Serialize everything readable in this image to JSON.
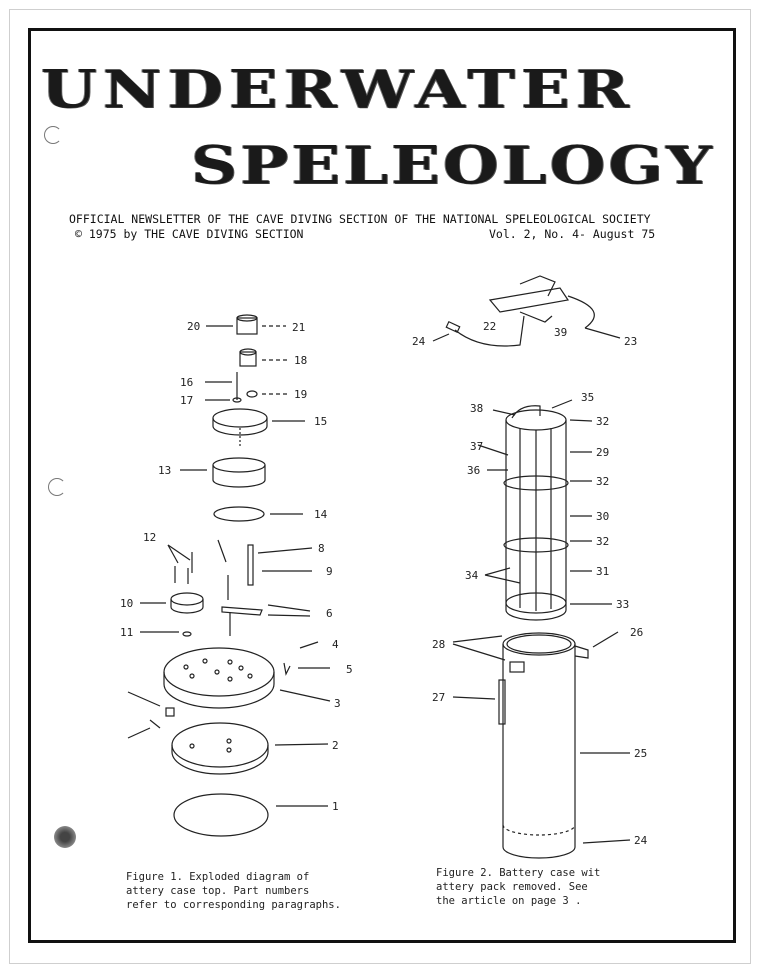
{
  "masthead": {
    "line1": "UNDERWATER",
    "line2": "SPELEOLOGY"
  },
  "subtitle": "OFFICIAL NEWSLETTER OF THE CAVE DIVING SECTION OF THE NATIONAL SPELEOLOGICAL SOCIETY",
  "copyright": "© 1975 by THE CAVE DIVING SECTION",
  "issue": "Vol. 2, No. 4- August 75",
  "figure1": {
    "caption_lines": [
      "Figure 1.  Exploded diagram of",
      " attery case top.  Part numbers",
      "refer to corresponding paragraphs."
    ],
    "labels": {
      "p20": "20",
      "p21": "21",
      "p18": "18",
      "p16": "16",
      "p17": "17",
      "p19": "19",
      "p15": "15",
      "p13": "13",
      "p14": "14",
      "p12": "12",
      "p8": "8",
      "p9": "9",
      "p10": "10",
      "p6": "6",
      "p11": "11",
      "p4": "4",
      "p5": "5",
      "p3": "3",
      "p2": "2",
      "p1": "1"
    }
  },
  "figure2": {
    "caption_lines": [
      "Figure 2.  Battery case wit",
      " attery pack removed.  See",
      "the article on page 3 ."
    ],
    "labels": {
      "p24": "24",
      "p22": "22",
      "p39": "39",
      "p23": "23",
      "p38": "38",
      "p35": "35",
      "p32a": "32",
      "p37": "37",
      "p29": "29",
      "p36": "36",
      "p32b": "32",
      "p30": "30",
      "p32c": "32",
      "p34": "34",
      "p31": "31",
      "p33": "33",
      "p28": "28",
      "p26": "26",
      "p27": "27",
      "p25": "25",
      "p24b": "24"
    }
  }
}
